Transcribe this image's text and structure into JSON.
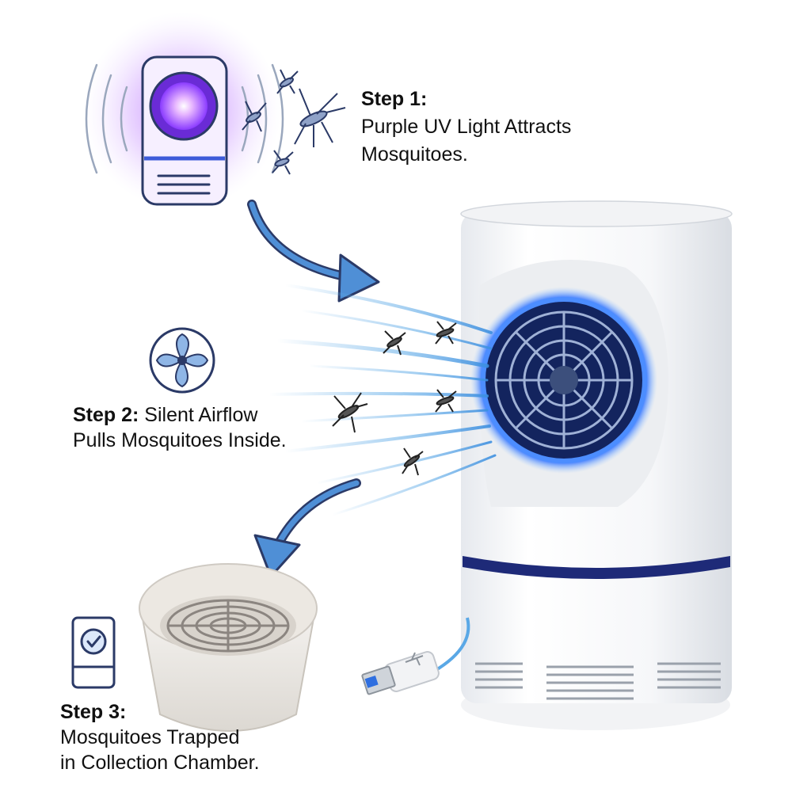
{
  "steps": {
    "step1": {
      "title": "Step 1:",
      "line1": "Purple UV Light Attracts",
      "line2": "Mosquitoes."
    },
    "step2": {
      "title": "Step 2:",
      "line1_rest": " Silent Airflow",
      "line2": "Pulls Mosquitoes Inside."
    },
    "step3": {
      "title": "Step 3:",
      "line1": "Mosquitoes Trapped",
      "line2": "in Collection Chamber."
    }
  },
  "icons": {
    "step1": "uv-lamp-icon",
    "step2": "fan-icon",
    "step3": "check-badge-icon",
    "usb": "usb-symbol-icon"
  },
  "colors": {
    "uv_purple": "#9b4dff",
    "uv_glow": "#c58cff",
    "airflow_blue": "#5aa8e6",
    "device_band": "#1e2a78",
    "arrow_blue": "#4f8fd6",
    "icon_stroke": "#2b3a67"
  }
}
